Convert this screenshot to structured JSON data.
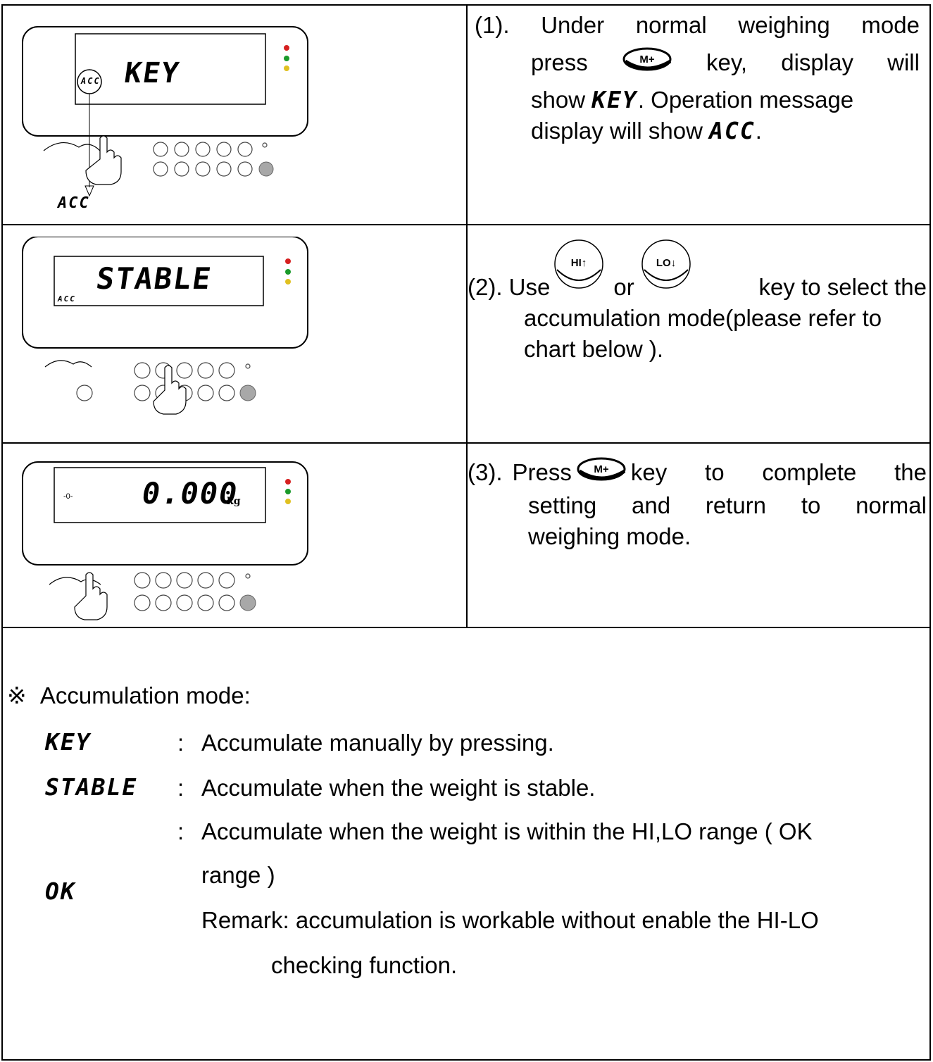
{
  "rows": [
    {
      "lcd_main": "KEY",
      "lcd_sub": "ACC",
      "label_below": "ACC",
      "text": {
        "prefix": "(1).",
        "line1_words": [
          "Under",
          "normal",
          "weighing",
          "mode"
        ],
        "press": "press",
        "key": "key,",
        "display": "display",
        "will": "will",
        "show": "show",
        "seg_key": "KEY",
        "after_seg": ". Operation message",
        "line4": "display will show",
        "seg_acc": "ACC",
        "period": "."
      }
    },
    {
      "lcd_main": "STABLE",
      "lcd_sub": "ACC",
      "text": {
        "prefix": "(2). Use",
        "or": "or",
        "line1_end": "key to select the",
        "line2": "accumulation mode(please refer to",
        "line3": "chart below )."
      }
    },
    {
      "lcd_main": "0.000",
      "lcd_unit": "kg",
      "text": {
        "prefix": "(3).",
        "press": "Press",
        "line1_end_words": [
          "key",
          "to",
          "complete",
          "the"
        ],
        "line2_words": [
          "setting",
          "and",
          "return",
          "to",
          "normal"
        ],
        "line3": "weighing mode."
      }
    }
  ],
  "keys": {
    "mplus": "M+",
    "hi": "HI↑",
    "lo": "LO↓"
  },
  "modes": {
    "heading_mark": "※",
    "heading": "Accumulation mode:",
    "items": [
      {
        "code": "KEY",
        "sep": ":",
        "desc": "Accumulate manually by pressing."
      },
      {
        "code": "STABLE",
        "sep": ":",
        "desc": "Accumulate when the weight is stable."
      },
      {
        "code": "OK",
        "sep": ":",
        "desc": "Accumulate when the weight is within the HI,LO range ( OK",
        "desc2": "range )"
      }
    ],
    "remark1": "Remark: accumulation is workable without enable the HI-LO",
    "remark2": "checking function."
  }
}
